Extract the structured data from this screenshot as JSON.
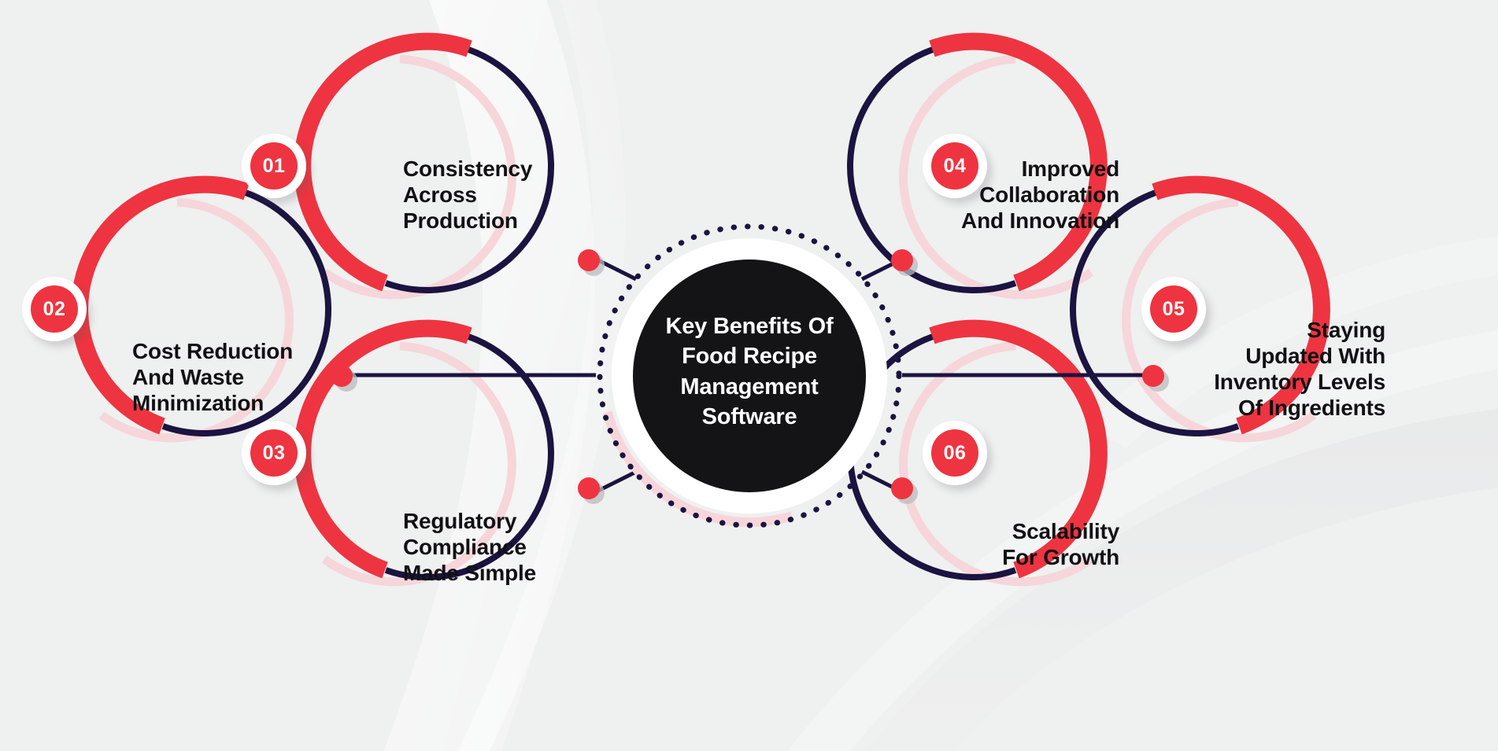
{
  "diagram": {
    "type": "hub-and-spoke-circular-infographic",
    "center": {
      "title": "Key Benefits Of\nFood Recipe\nManagement\nSoftware",
      "title_lines": [
        "Key Benefits Of",
        "Food Recipe",
        "Management",
        "Software"
      ]
    },
    "nodes": [
      {
        "number": "01",
        "label": "Consistency\nAcross\nProduction",
        "label_lines": [
          "Consistency",
          "Across",
          "Production"
        ],
        "side": "left"
      },
      {
        "number": "02",
        "label": "Cost Reduction\nAnd Waste\nMinimization",
        "label_lines": [
          "Cost Reduction",
          "And Waste",
          "Minimization"
        ],
        "side": "left"
      },
      {
        "number": "03",
        "label": "Regulatory\nCompliance\nMade Simple",
        "label_lines": [
          "Regulatory",
          "Compliance",
          "Made Simple"
        ],
        "side": "left"
      },
      {
        "number": "04",
        "label": "Improved\nCollaboration\nAnd Innovation",
        "label_lines": [
          "Improved",
          "Collaboration",
          "And Innovation"
        ],
        "side": "right"
      },
      {
        "number": "05",
        "label": "Staying\nUpdated With\nInventory Levels\nOf Ingredients",
        "label_lines": [
          "Staying",
          "Updated With",
          "Inventory Levels",
          "Of Ingredients"
        ],
        "side": "right"
      },
      {
        "number": "06",
        "label": "Scalability\nFor Growth",
        "label_lines": [
          "Scalability",
          "For Growth"
        ],
        "side": "right"
      }
    ]
  },
  "colors": {
    "background": "#eff0f0",
    "accent_red": "#ee3440",
    "navy": "#1b1340",
    "pink": "#f6d6da",
    "hub_fill": "#141417",
    "text_dark": "#111114",
    "text_light": "#ffffff",
    "white": "#ffffff"
  }
}
